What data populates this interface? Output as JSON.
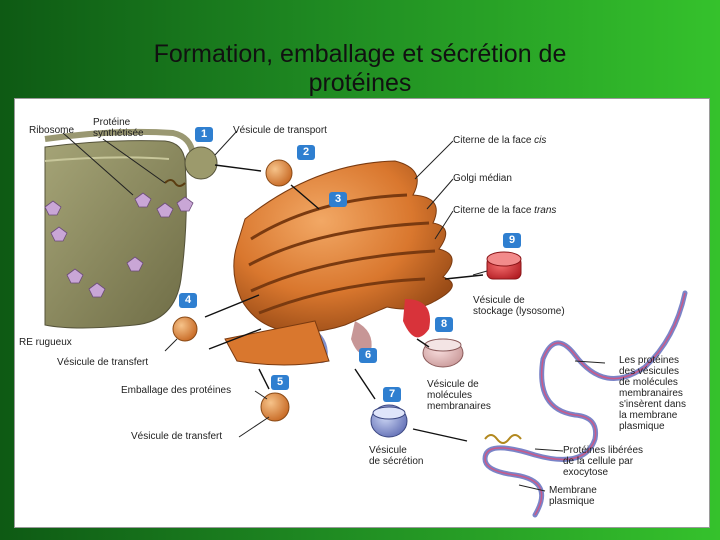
{
  "title_line1": "Formation, emballage et sécrétion de",
  "title_line2": "protéines",
  "labels": {
    "ribosome": "Ribosome",
    "proteine_l1": "Protéine",
    "proteine_l2": "synthétisée",
    "vesicule_transport": "Vésicule de transport",
    "citerne_cis_pre": "Citerne de la face ",
    "citerne_cis_em": "cis",
    "golgi_median": "Golgi médian",
    "citerne_trans_pre": "Citerne de la face ",
    "citerne_trans_em": "trans",
    "stockage_l1": "Vésicule de",
    "stockage_l2": "stockage (lysosome)",
    "re_rugueux": "RE rugueux",
    "vesicule_transfert_1": "Vésicule de transfert",
    "emballage": "Emballage des protéines",
    "vesicule_transfert_2": "Vésicule de transfert",
    "molecules_l1": "Vésicule de",
    "molecules_l2": "molécules",
    "molecules_l3": "membranaires",
    "secretion_l1": "Vésicule",
    "secretion_l2": "de sécrétion",
    "inserent_l1": "Les protéines",
    "inserent_l2": "des vésicules",
    "inserent_l3": "de molécules",
    "inserent_l4": "membranaires",
    "inserent_l5": "s'insèrent dans",
    "inserent_l6": "la membrane",
    "inserent_l7": "plasmique",
    "liberees_l1": "Protéines libérées",
    "liberees_l2": "de la cellule par",
    "liberees_l3": "exocytose",
    "membrane_l1": "Membrane",
    "membrane_l2": "plasmique"
  },
  "steps": [
    "1",
    "2",
    "3",
    "4",
    "5",
    "6",
    "7",
    "8",
    "9"
  ],
  "colors": {
    "step_badge": "#2f7fd0",
    "golgi": "#d9772e",
    "er": "#8c8a5c",
    "lysosome": "#d8333a",
    "membrane": "#7a84c8"
  }
}
